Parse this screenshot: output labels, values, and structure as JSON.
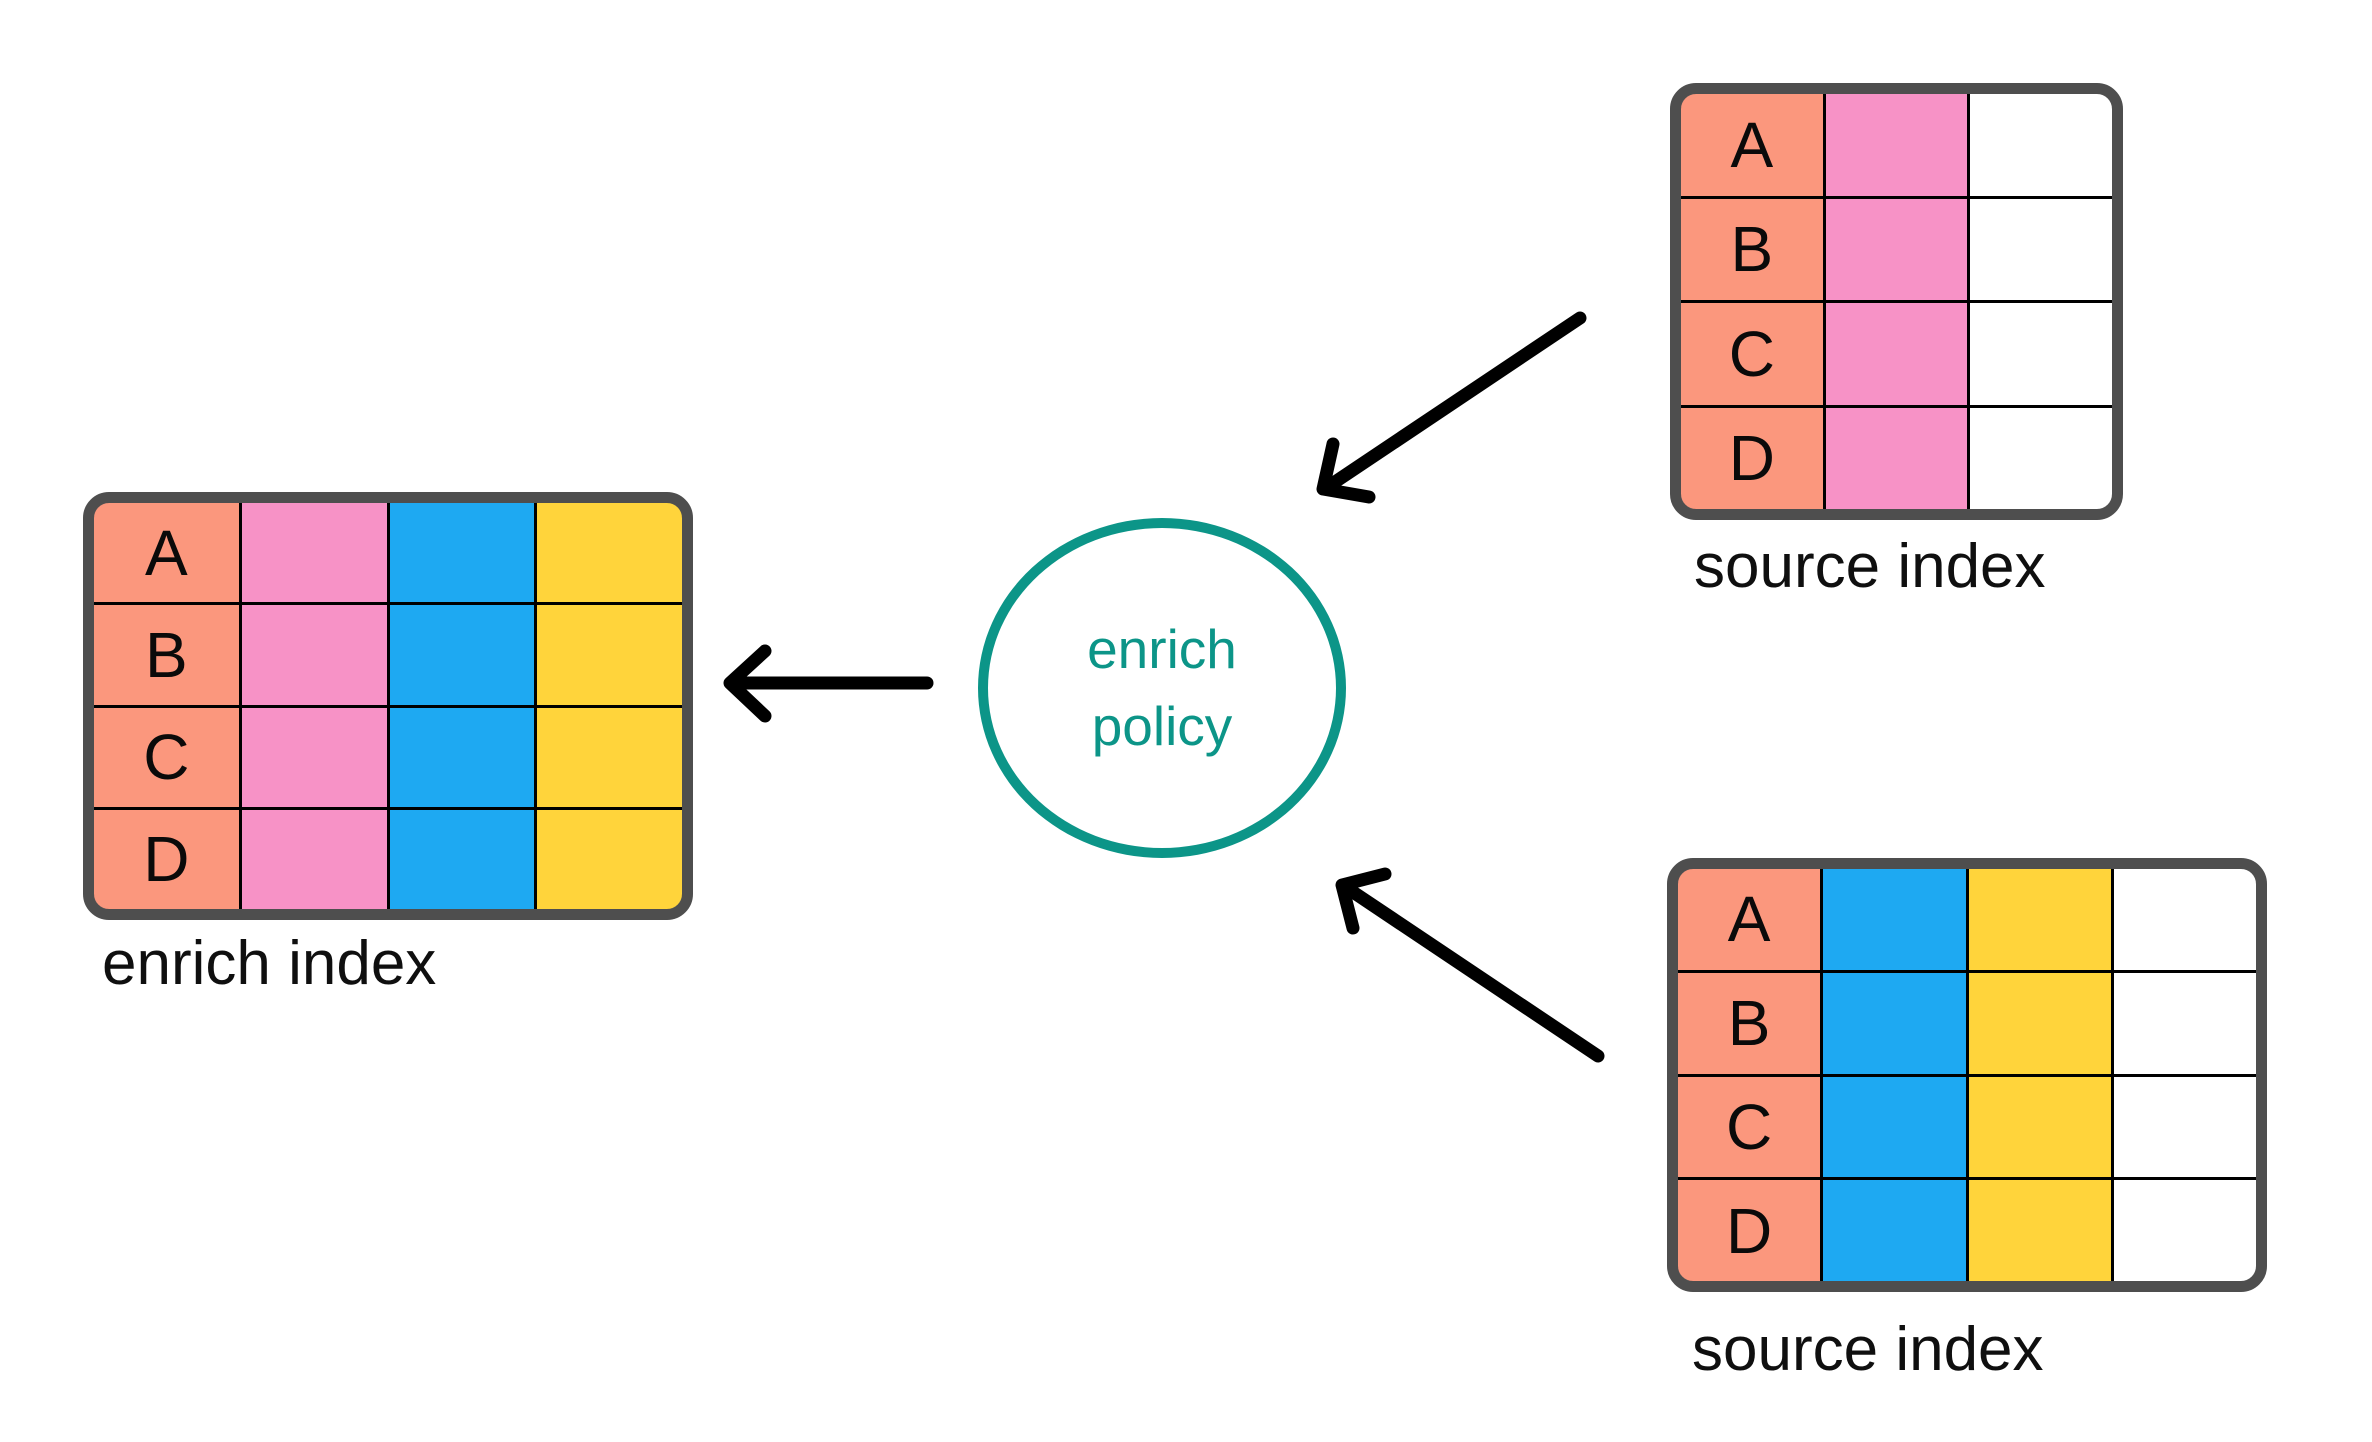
{
  "policy": {
    "line1": "enrich",
    "line2": "policy"
  },
  "tables": {
    "enrich": {
      "label": "enrich index",
      "rows": [
        "A",
        "B",
        "C",
        "D"
      ],
      "columns": [
        "salmon",
        "pink",
        "blue",
        "yellow"
      ]
    },
    "source_top": {
      "label": "source index",
      "rows": [
        "A",
        "B",
        "C",
        "D"
      ],
      "columns": [
        "salmon",
        "pink",
        "white"
      ]
    },
    "source_bottom": {
      "label": "source index",
      "rows": [
        "A",
        "B",
        "C",
        "D"
      ],
      "columns": [
        "salmon",
        "blue",
        "yellow",
        "white"
      ]
    }
  },
  "palette": {
    "salmon": "#FB977D",
    "pink": "#F792C6",
    "blue": "#1EA9F2",
    "yellow": "#FFD43B",
    "teal": "#0C9588",
    "table_border": "#4E4E4E",
    "grid_line": "#000000",
    "arrow": "#000000"
  }
}
